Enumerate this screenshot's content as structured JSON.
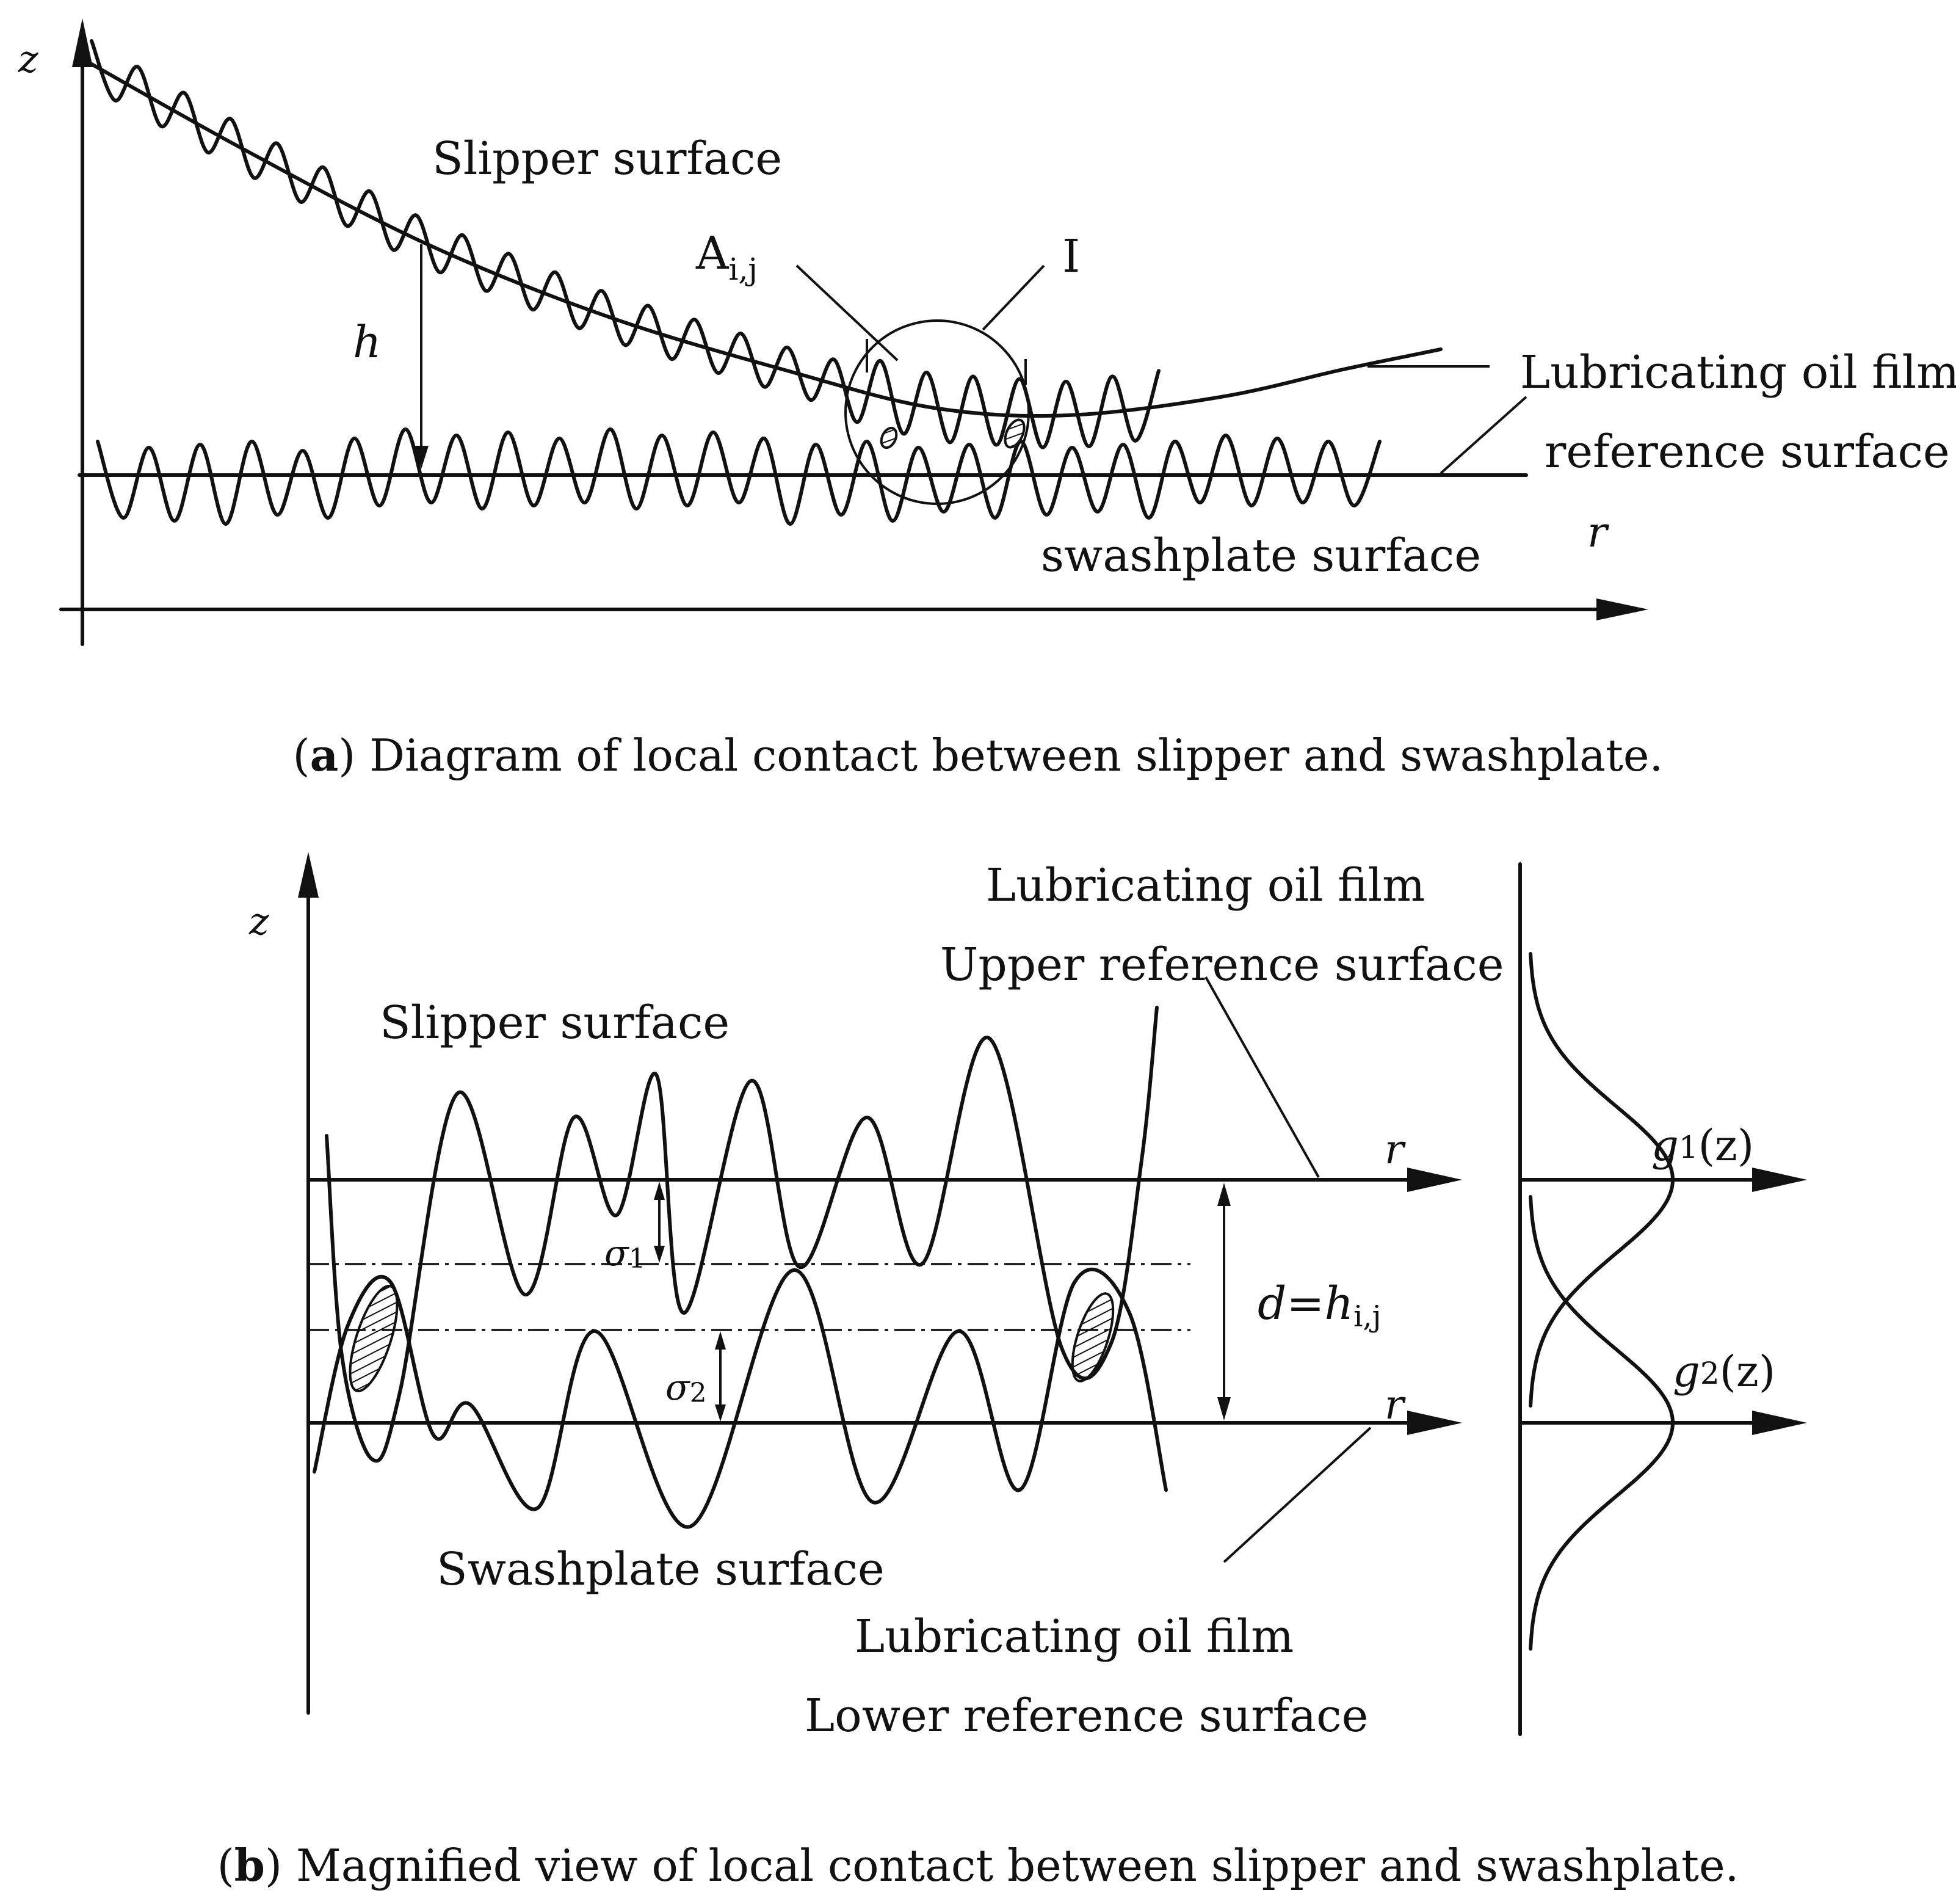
{
  "panel_a": {
    "axis_z": "z",
    "axis_r": "r",
    "label_h": "h",
    "slipper_surface": "Slipper surface",
    "contact_area_letter": "A",
    "contact_area_sub": "i,j",
    "detail_marker": "I",
    "lubricating_oil_film": "Lubricating oil film",
    "reference_surface": "reference surface",
    "swashplate_surface": "swashplate surface",
    "caption_letter": "a",
    "caption_text": "Diagram of local contact between slipper and swashplate."
  },
  "panel_b": {
    "axis_z": "z",
    "axis_r_upper": "r",
    "axis_r_lower": "r",
    "upper_label_line1": "Lubricating oil film",
    "upper_label_line2": "Upper reference surface",
    "slipper_surface": "Slipper surface",
    "sigma1": "σ",
    "sigma1_sub": "1",
    "sigma2": "σ",
    "sigma2_sub": "2",
    "d_label": "d",
    "d_eq": "=",
    "d_h": "h",
    "d_sub": "i,j",
    "g1": "g",
    "g1_sub": "1",
    "g1_arg": "(z)",
    "g2": "g",
    "g2_sub": "2",
    "g2_arg": "(z)",
    "swashplate_surface": "Swashplate surface",
    "lower_label_line1": "Lubricating oil film",
    "lower_label_line2": "Lower reference surface",
    "caption_letter": "b",
    "caption_text": "Magnified view of local contact between slipper and swashplate."
  }
}
